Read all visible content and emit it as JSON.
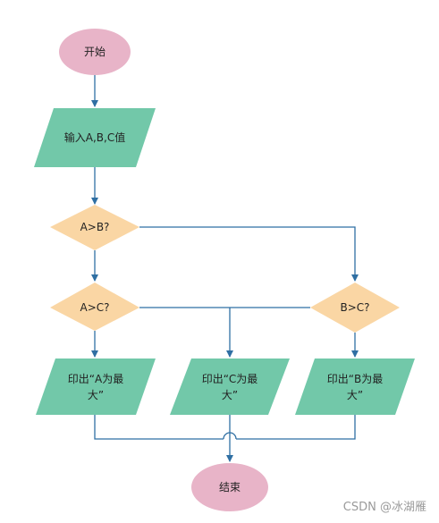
{
  "colors": {
    "terminal": "#e8b4c8",
    "io": "#72c8a9",
    "decision": "#fad6a4",
    "line": "#2f6fa3"
  },
  "nodes": {
    "start": "开始",
    "input": "输入A,B,C值",
    "decision_ab": "A>B?",
    "decision_ac": "A>C?",
    "decision_bc": "B>C?",
    "out_a_line1": "印出“A为最",
    "out_a_line2": "大”",
    "out_c_line1": "印出“C为最",
    "out_c_line2": "大”",
    "out_b_line1": "印出“B为最",
    "out_b_line2": "大”",
    "end": "结束"
  },
  "watermark": "CSDN @冰湖雁"
}
